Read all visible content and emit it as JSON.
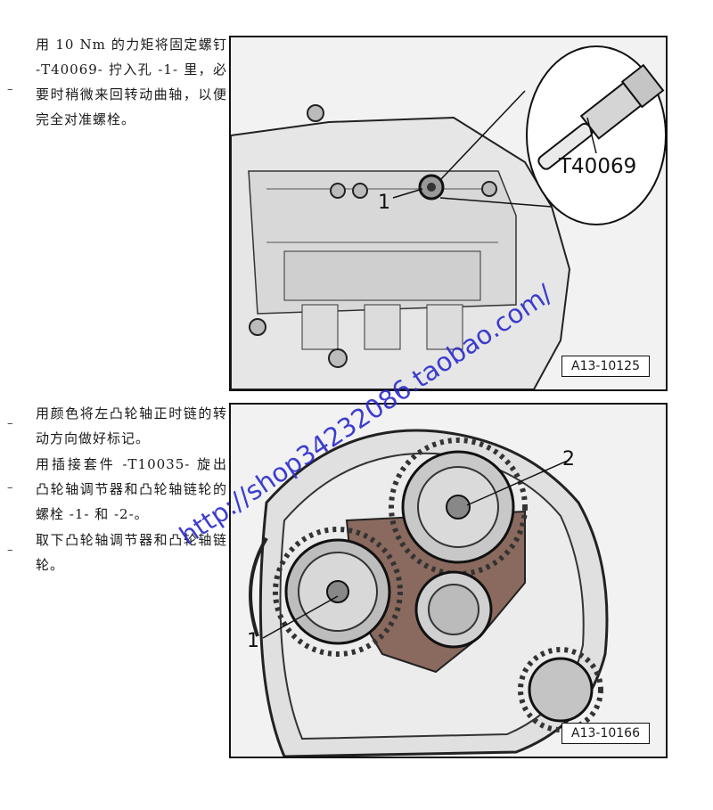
{
  "instructions": [
    {
      "text": "用 10 Nm 的力矩将固定螺钉 -T40069- 拧入孔 -1- 里，必要时稍微来回转动曲轴，以便完全对准螺栓。"
    },
    {
      "text": "用颜色将左凸轮轴正时链的转动方向做好标记。"
    },
    {
      "text": "用插接套件 -T10035- 旋出凸轮轴调节器和凸轮轴链轮的螺栓 -1- 和 -2-。"
    },
    {
      "text": "取下凸轮轴调节器和凸轮轴链轮。"
    }
  ],
  "bullet_symbol": "–",
  "figures": [
    {
      "id": "A13-10125",
      "callouts": [
        "1",
        "T40069"
      ]
    },
    {
      "id": "A13-10166",
      "callouts": [
        "1",
        "2"
      ]
    }
  ],
  "watermark": "http://shop34232086.taobao.com/",
  "colors": {
    "watermark": "#2a2acc",
    "chain_part": "#8a6a5e"
  }
}
